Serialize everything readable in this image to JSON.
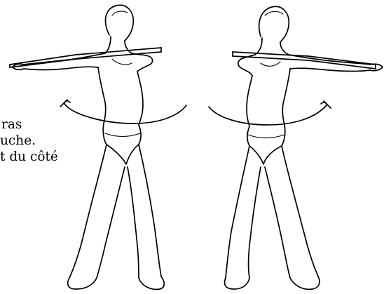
{
  "text_lines": [
    "ras",
    "uche.",
    "t du côté"
  ],
  "colors": {
    "background": "#ffffff",
    "ink": "#000000"
  },
  "icons": [
    "exercise-figure-left-icon",
    "exercise-figure-right-icon"
  ]
}
